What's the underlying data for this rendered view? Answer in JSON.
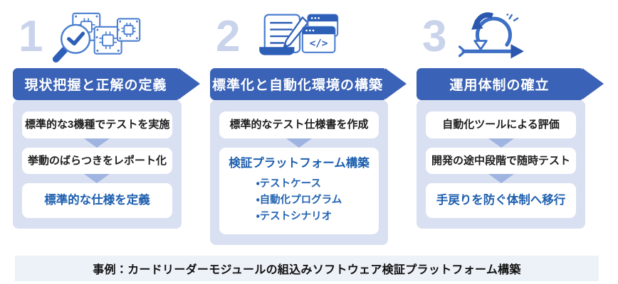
{
  "colors": {
    "banner_blue": "#3A62B6",
    "card_bg": "#D9E0F2",
    "flow_arrow": "#9FB4E0",
    "accent_text": "#1E5FAE",
    "number": "#C9D3EB",
    "footer_bg": "#EDF1F8"
  },
  "steps": [
    {
      "number": "1",
      "icon": "search-chips-icon",
      "title": "現状把握と正解の定義",
      "items": [
        {
          "text": "標準的な3機種でテストを実施"
        },
        {
          "text": "挙動のばらつきをレポート化"
        },
        {
          "text": "標準的な仕様を定義"
        }
      ]
    },
    {
      "number": "2",
      "icon": "document-code-icon",
      "title": "標準化と自動化環境の構築",
      "items": [
        {
          "text": "標準的なテスト仕様書を作成"
        },
        {
          "text": "検証プラットフォーム構築",
          "bullets": [
            "・テストケース",
            "・自動化プログラム",
            "・テストシナリオ"
          ]
        }
      ]
    },
    {
      "number": "3",
      "icon": "iteration-loop-icon",
      "title": "運用体制の確立",
      "items": [
        {
          "text": "自動化ツールによる評価"
        },
        {
          "text": "開発の途中段階で随時テスト"
        },
        {
          "text": "手戻りを防ぐ体制へ移行"
        }
      ]
    }
  ],
  "footer": {
    "label": "事例：カードリーダーモジュールの組込みソフトウェア検証プラットフォーム構築"
  }
}
